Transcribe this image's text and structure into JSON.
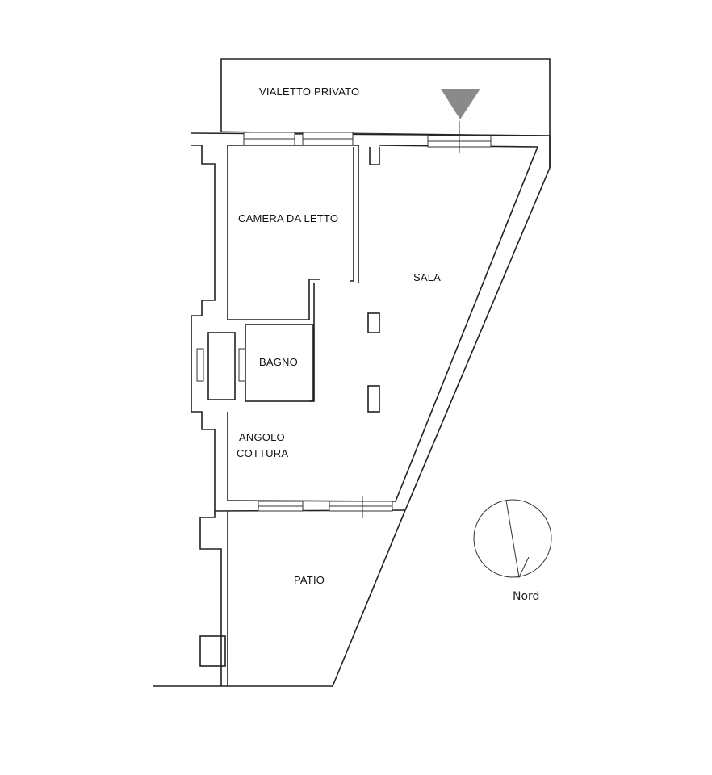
{
  "rooms": {
    "vialetto": "VIALETTO PRIVATO",
    "camera": "CAMERA DA LETTO",
    "sala": "SALA",
    "bagno": "BAGNO",
    "angolo_line1": "ANGOLO",
    "angolo_line2": "COTTURA",
    "patio": "PATIO"
  },
  "compass": {
    "label": "Nord"
  },
  "colors": {
    "entrance_marker": "#8a8a8a",
    "walls": "#222222"
  }
}
